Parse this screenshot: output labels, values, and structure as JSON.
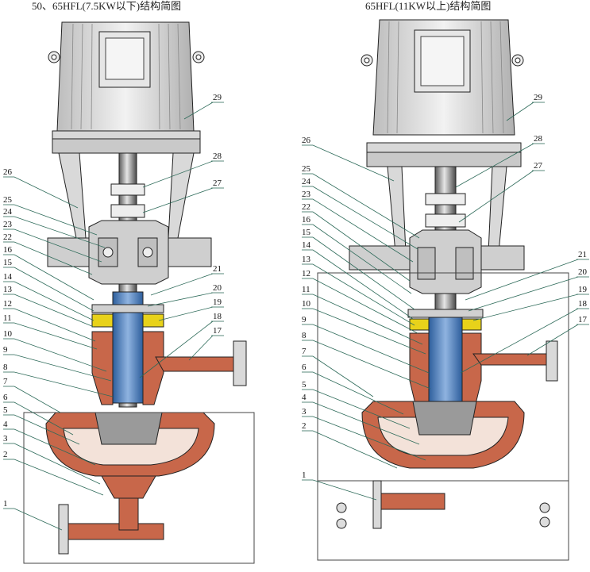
{
  "titles": {
    "left": "50、65HFL(7.5KW以下)结构简图",
    "right": "65HFL(11KW以上)结构简图"
  },
  "colors": {
    "casing": "#c8674a",
    "casing_dark": "#8a3b24",
    "metal_light": "#d9d9d9",
    "metal_mid": "#a8a8a8",
    "metal_dark": "#555555",
    "sleeve": "#4f7fc0",
    "seal_yellow": "#e8d21a",
    "leader": "#2e6b5a",
    "outline": "#222222"
  },
  "left_diagram": {
    "part_labels": [
      "29",
      "28",
      "27",
      "26",
      "25",
      "24",
      "23",
      "22",
      "16",
      "15",
      "14",
      "13",
      "12",
      "11",
      "10",
      "9",
      "8",
      "7",
      "6",
      "5",
      "4",
      "3",
      "2",
      "1",
      "21",
      "20",
      "19",
      "18",
      "17"
    ]
  },
  "right_diagram": {
    "part_labels": [
      "29",
      "28",
      "27",
      "26",
      "25",
      "24",
      "23",
      "22",
      "16",
      "15",
      "14",
      "13",
      "12",
      "11",
      "10",
      "9",
      "8",
      "7",
      "6",
      "5",
      "4",
      "3",
      "2",
      "1",
      "21",
      "20",
      "19",
      "18",
      "17"
    ]
  }
}
